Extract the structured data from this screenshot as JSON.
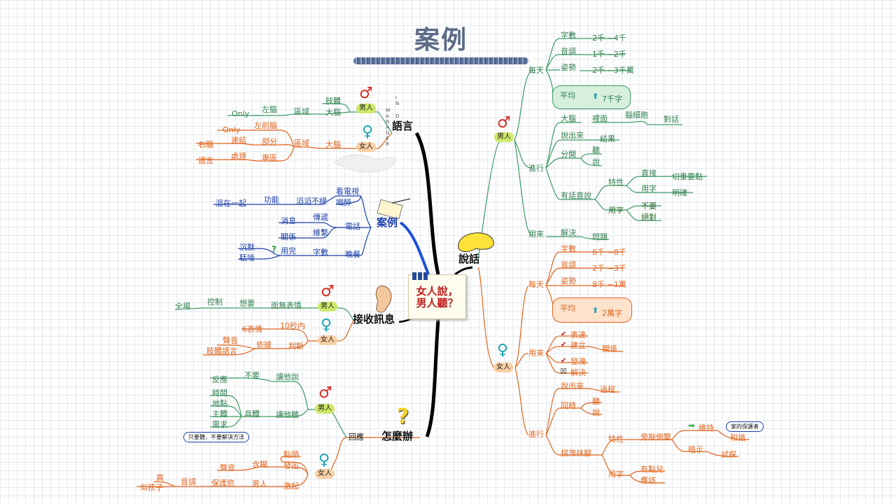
{
  "title": "案例",
  "center": {
    "line1": "女人說，",
    "line2": "男人聽？"
  },
  "logo": {
    "letters": [
      "M",
      "A",
      "N",
      "A",
      "G",
      "E",
      "R",
      "I",
      "N",
      "D"
    ]
  },
  "speak": {
    "label": "說話",
    "male": {
      "label": "男人",
      "daily": {
        "label": "每天",
        "words": "字數",
        "words_val": "2千 ~4千",
        "tone": "音調",
        "tone_val": "1千 ~2千",
        "gesture": "姿勢",
        "gesture_val": "2千 ~3千萬",
        "avg": "平均",
        "avg_val": "7千字"
      },
      "proceed": {
        "label": "進行",
        "brain": "大腦",
        "inside": "裡面",
        "brain_cell": "腦細胞",
        "dialog": "對話",
        "say_out": "說出來",
        "result": "結果",
        "split": "分開",
        "listen": "聽",
        "say": "說",
        "direct": "有話直說",
        "trait": "特性",
        "straight": "直接",
        "key": "切重要點",
        "wording": "用字",
        "clear": "明確",
        "word_use": "用字",
        "no_need": "不要",
        "absolute": "絕對"
      },
      "use": {
        "label": "用來",
        "solve": "解決",
        "problem": "問題"
      }
    },
    "female": {
      "label": "女人",
      "daily": {
        "label": "每天",
        "words": "字數",
        "words_val": "6千 ~8千",
        "tone": "音調",
        "tone_val": "2千 ~3千",
        "gesture": "姿勢",
        "gesture_val": "8千 ~1萬",
        "avg": "平均",
        "avg_val": "2萬字"
      },
      "use": {
        "label": "用來",
        "express": "表達",
        "build": "建立",
        "relation": "關係",
        "vent": "發洩",
        "solve": "解決"
      },
      "proceed": {
        "label": "進行",
        "say_out": "說出來",
        "process": "過程",
        "simul": "同時",
        "listen": "聽",
        "say": "說",
        "roundabout": "拐灣抹腳",
        "trait": "特性",
        "side": "旁敲側擊",
        "maintain": "維持",
        "protector": "家的保護者",
        "harmony": "和諧",
        "hint": "暗示",
        "probe": "試探",
        "word_use": "用字",
        "a_bit": "有點兒",
        "should": "應該..."
      }
    }
  },
  "language": {
    "label": "語言",
    "male": {
      "label": "男人",
      "body": "肢體",
      "brain": "大腦",
      "region": "區域",
      "left": "左腦",
      "only": "Only"
    },
    "female": {
      "label": "女人",
      "brain": "大腦",
      "region": "區域",
      "left_front": "左前腦",
      "only": "Only",
      "part": "部分",
      "connect": "連結",
      "right": "右腦",
      "special": "專區",
      "process": "處理",
      "lang": "語言"
    }
  },
  "cases": {
    "label": "案例",
    "tv": "看電視",
    "drunk": "喝醉",
    "chatter": "滔滔不絕",
    "func": "功能",
    "mix": "混在一起",
    "phone": "電話",
    "pass": "傳遞",
    "msg": "消息",
    "maintain": "維繫",
    "relation": "關係",
    "dinner": "晚餐",
    "words": "字數",
    "used_up": "用完",
    "silent": "沉默",
    "irritable": "聒噪"
  },
  "receive": {
    "label": "接收訊息",
    "male": {
      "label": "男人",
      "face": "面無表情",
      "want": "想要",
      "control": "控制",
      "all": "全場"
    },
    "female": {
      "label": "女人",
      "ten_sec": "10秒內",
      "six": "6表情",
      "judge": "判斷",
      "rely": "依據",
      "voice": "聲音",
      "body_lang": "肢體語言"
    }
  },
  "how": {
    "label": "怎麼辦",
    "respond": "回應",
    "male": {
      "label": "男人",
      "let_say": "讓他說",
      "no_need": "不要",
      "react": "反應",
      "let_listen": "讓他聽",
      "concrete": "具體",
      "time": "時間",
      "place": "地點",
      "subject": "主體",
      "need": "需求",
      "note": "只要聽，不要解決方法"
    },
    "female": {
      "label": "女人",
      "nod": "點頭",
      "tone_in": "含糊",
      "voice": "聲音",
      "emit": "發出",
      "stir": "激起",
      "man": "男人",
      "protect": "保護慾",
      "intonation": "音調",
      "high": "高",
      "childlike": "似孩子"
    }
  },
  "colors": {
    "green": "#2f7f4f",
    "orange": "#e0651e",
    "blue": "#1b3fa8",
    "male": "#d62a1e",
    "female": "#1aa3b5"
  }
}
